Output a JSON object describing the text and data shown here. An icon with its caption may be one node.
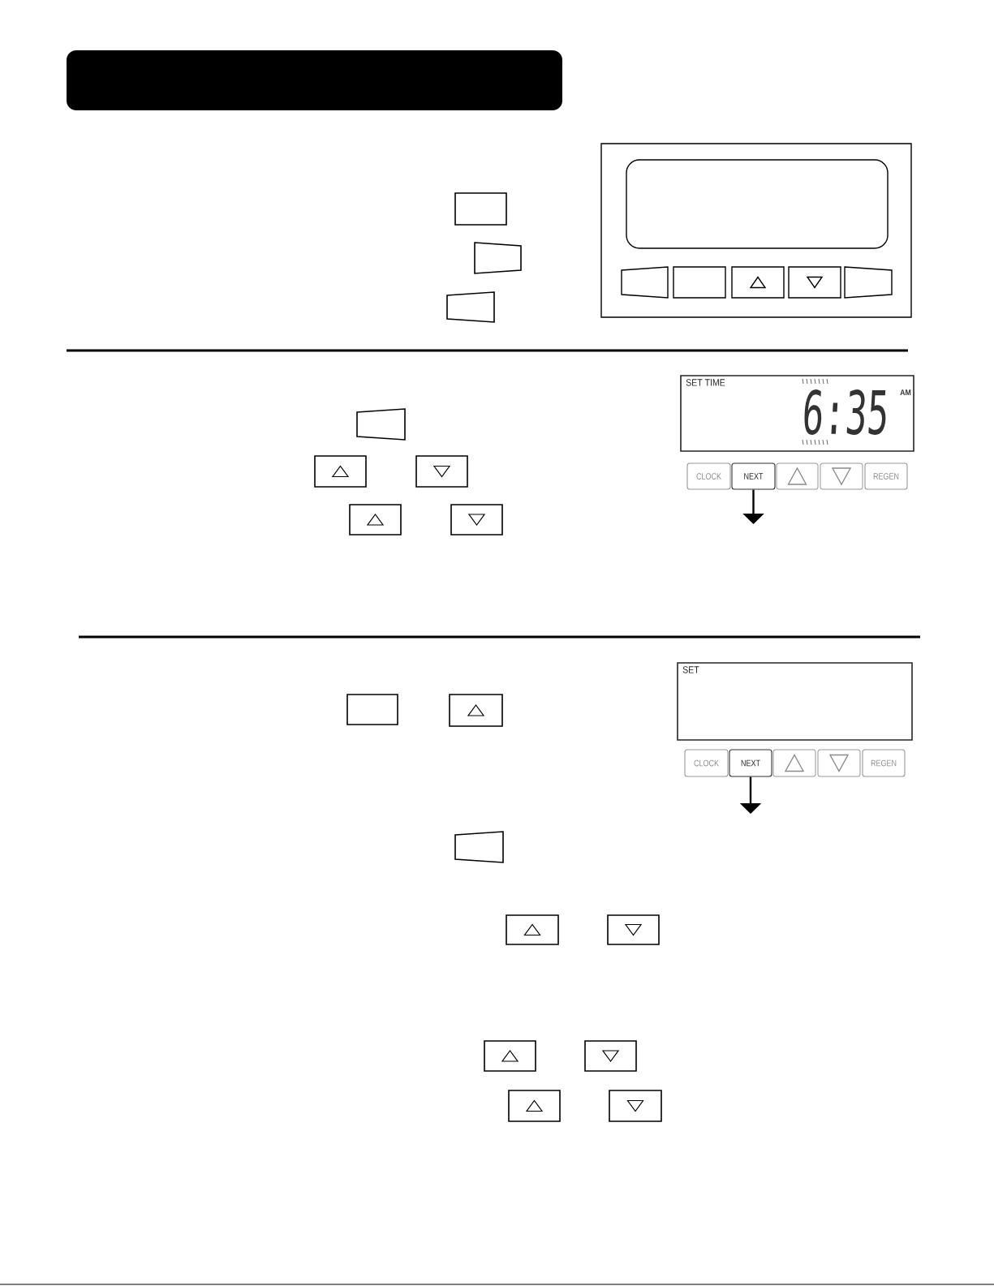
{
  "diagram": {
    "nodes": [
      {
        "text": [],
        "shape": "bar"
      },
      {
        "text": [
          "SET TIME",
          "6:35",
          "AM"
        ]
      },
      {
        "text": [
          "CLOCK"
        ]
      },
      {
        "text": [
          "NEXT"
        ]
      },
      {
        "text": [
          "REGEN"
        ]
      },
      {
        "text": [
          "SET"
        ]
      },
      {
        "text": [
          "CLOCK"
        ]
      },
      {
        "text": [
          "NEXT"
        ]
      },
      {
        "text": [
          "REGEN"
        ]
      }
    ],
    "edges": [
      {
        "from": 3,
        "to": null,
        "arrow": "to"
      },
      {
        "from": 7,
        "to": null,
        "arrow": "to"
      }
    ]
  }
}
